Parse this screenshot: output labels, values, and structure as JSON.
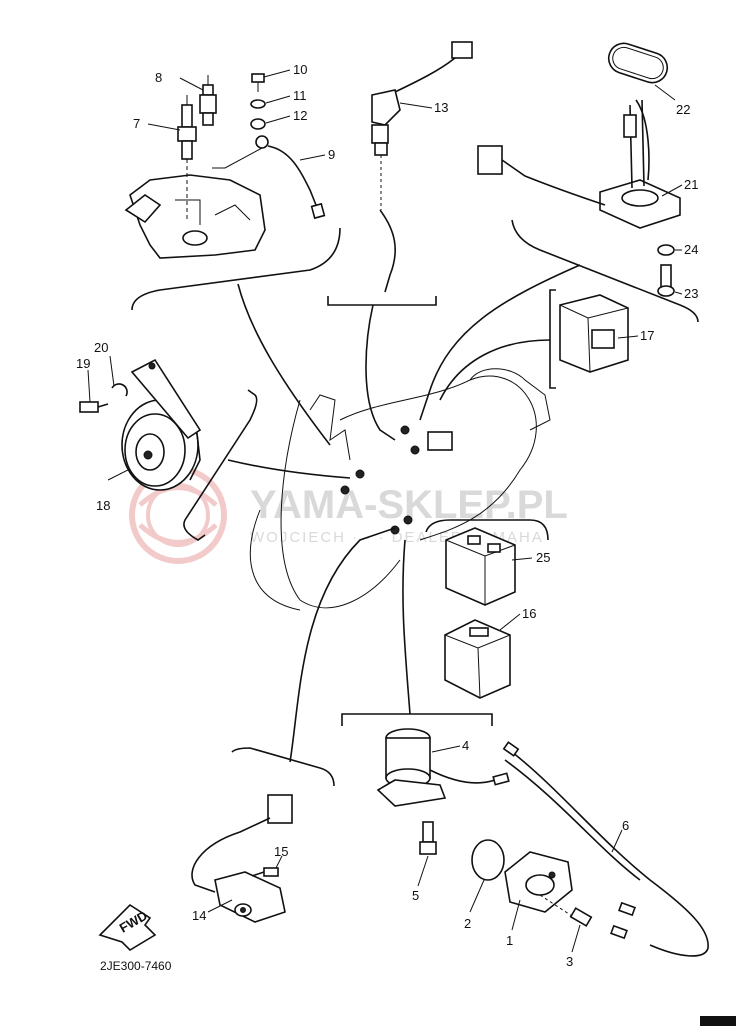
{
  "watermark": {
    "brand": "YAMA-SKLEP.PL",
    "subtitle": "WOJCIECH · · · DEALER YAMAHA",
    "logo_color": "#e8a0a0",
    "text_color": "#d9d9d9"
  },
  "diagram_code": "2JE300-7460",
  "fwd_label": "FWD",
  "parts": [
    {
      "id": "p1",
      "label": "1"
    },
    {
      "id": "p2",
      "label": "2"
    },
    {
      "id": "p3",
      "label": "3"
    },
    {
      "id": "p4",
      "label": "4"
    },
    {
      "id": "p5",
      "label": "5"
    },
    {
      "id": "p6",
      "label": "6"
    },
    {
      "id": "p7",
      "label": "7"
    },
    {
      "id": "p8",
      "label": "8"
    },
    {
      "id": "p9",
      "label": "9"
    },
    {
      "id": "p10",
      "label": "10"
    },
    {
      "id": "p11",
      "label": "11"
    },
    {
      "id": "p12",
      "label": "12"
    },
    {
      "id": "p13",
      "label": "13"
    },
    {
      "id": "p14",
      "label": "14"
    },
    {
      "id": "p15",
      "label": "15"
    },
    {
      "id": "p16",
      "label": "16"
    },
    {
      "id": "p17",
      "label": "17"
    },
    {
      "id": "p18",
      "label": "18"
    },
    {
      "id": "p19",
      "label": "19"
    },
    {
      "id": "p20",
      "label": "20"
    },
    {
      "id": "p21",
      "label": "21"
    },
    {
      "id": "p22",
      "label": "22"
    },
    {
      "id": "p23",
      "label": "23"
    },
    {
      "id": "p24",
      "label": "24"
    },
    {
      "id": "p25",
      "label": "25"
    }
  ]
}
